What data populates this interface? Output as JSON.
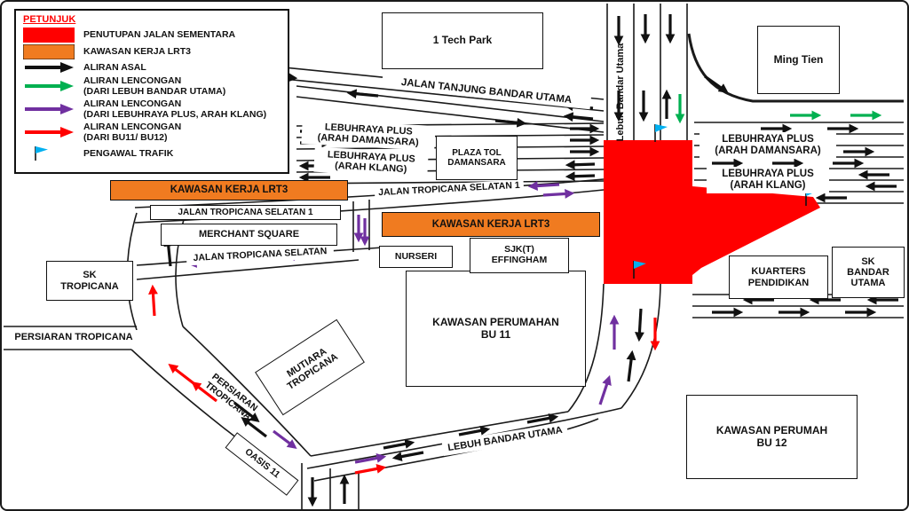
{
  "colors": {
    "road_closure_red": "#FF0000",
    "lrt3_work_orange": "#F07B20",
    "original_flow_black": "#111111",
    "diversion_green": "#00B050",
    "diversion_purple": "#7030A0",
    "diversion_red": "#FF0000",
    "traffic_flag_blue": "#00B0F0",
    "road_line": "#1a1a1a"
  },
  "legend": {
    "title": "PETUNJUK",
    "items": [
      {
        "key": "closure",
        "label": "PENUTUPAN JALAN SEMENTARA"
      },
      {
        "key": "work_area",
        "label": "KAWASAN KERJA LRT3"
      },
      {
        "key": "original_flow",
        "label": "ALIRAN ASAL"
      },
      {
        "key": "diversion_green",
        "label": "ALIRAN LENCONGAN\n(DARI LEBUH BANDAR UTAMA)"
      },
      {
        "key": "diversion_purple",
        "label": "ALIRAN LENCONGAN\n(DARI LEBUHRAYA PLUS, ARAH KLANG)"
      },
      {
        "key": "diversion_red",
        "label": "ALIRAN LENCONGAN\n(DARI BU11/ BU12)"
      },
      {
        "key": "traffic_warden",
        "label": "PENGAWAL TRAFIK"
      }
    ]
  },
  "work_areas": {
    "left_label": "KAWASAN KERJA LRT3",
    "center_label": "KAWASAN KERJA LRT3"
  },
  "places": {
    "tech_park": "1 Tech Park",
    "ming_tien": "Ming Tien",
    "plaza_tol": "PLAZA TOL\nDAMANSARA",
    "merchant_square": "MERCHANT SQUARE",
    "nurseri": "NURSERI",
    "sjkt_effingham": "SJK(T)\nEFFINGHAM",
    "sk_tropicana": "SK\nTROPICANA",
    "kawasan_perumahan_bu11": "KAWASAN PERUMAHAN\nBU 11",
    "kuarters_pendidikan": "KUARTERS\nPENDIDIKAN",
    "sk_bandar_utama": "SK\nBANDAR\nUTAMA",
    "kawasan_perumah_bu12": "KAWASAN PERUMAH\nBU 12",
    "mutiara_tropicana": "MUTIARA\nTROPICANA",
    "oasis_11": "OASIS 11"
  },
  "roads": {
    "jalan_tanjung_bandar_utama": "JALAN TANJUNG BANDAR UTAMA",
    "lebuh_bandar_utama_vertical": "Lebuh Bandar Utama",
    "lebuhraya_plus_damansara_left": "LEBUHRAYA PLUS\n(ARAH DAMANSARA)",
    "lebuhraya_plus_klang_left": "LEBUHRAYA PLUS\n(ARAH KLANG)",
    "lebuhraya_plus_damansara_right": "LEBUHRAYA PLUS\n(ARAH DAMANSARA)",
    "lebuhraya_plus_klang_right": "LEBUHRAYA PLUS\n(ARAH KLANG)",
    "jalan_tropicana_selatan_1_west": "JALAN TROPICANA SELATAN 1",
    "jalan_tropicana_selatan_1_east": "JALAN TROPICANA SELATAN 1",
    "jalan_tropicana_selatan": "JALAN TROPICANA SELATAN",
    "persiaran_tropicana_west": "PERSIARAN TROPICANA",
    "persiaran_tropicana_south": "PERSIARAN\nTROPICANA",
    "lebuh_bandar_utama_south": "LEBUH BANDAR UTAMA"
  }
}
